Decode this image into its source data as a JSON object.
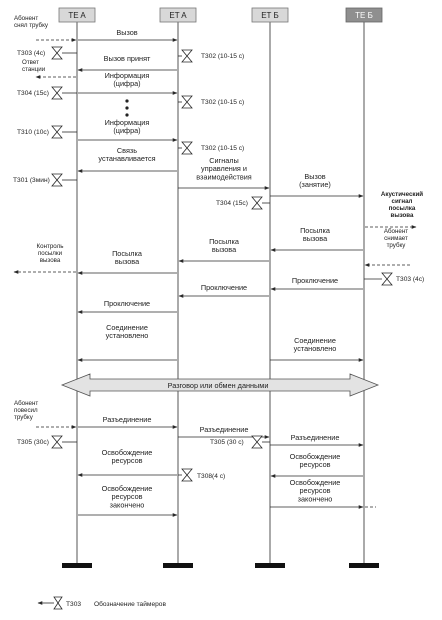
{
  "entities": [
    "TE A",
    "ET A",
    "ET Б",
    "TE Б"
  ],
  "messages": [
    {
      "label": "Вызов"
    },
    {
      "label": "Вызов принят"
    },
    {
      "label": "Информация\n(цифра)"
    },
    {
      "label": "Информация\n(цифра)"
    },
    {
      "label": "Связь\nустанавливается"
    },
    {
      "label": "Сигналы\nуправления и\nвзаимодействия"
    },
    {
      "label": "Вызов\n(занятие)"
    },
    {
      "label": "Посылка\nвызова"
    },
    {
      "label": "Посылка\nвызова"
    },
    {
      "label": "Посылка\nвызова"
    },
    {
      "label": "Проключение"
    },
    {
      "label": "Проключение"
    },
    {
      "label": "Проключение"
    },
    {
      "label": "Соединение\nустановлено"
    },
    {
      "label": "Соединение\nустановлено"
    },
    {
      "label": "Разговор или обмен данными"
    },
    {
      "label": "Разъединение"
    },
    {
      "label": "Разъединение"
    },
    {
      "label": "Разъединение"
    },
    {
      "label": "Освобождение\nресурсов"
    },
    {
      "label": "Освобождение\nресурсов"
    },
    {
      "label": "Освобождение\nресурсов\nзакончено"
    },
    {
      "label": "Освобождение\nресурсов\nзакончено"
    }
  ],
  "timers": [
    {
      "label": "T303 (4c)"
    },
    {
      "label": "T302 (10-15 c)"
    },
    {
      "label": "T304 (15c)"
    },
    {
      "label": "T302 (10-15 c)"
    },
    {
      "label": "T310 (10c)"
    },
    {
      "label": "T302 (10-15 c)"
    },
    {
      "label": "T301 (3мин)"
    },
    {
      "label": "T304 (15c)"
    },
    {
      "label": "T303 (4c)"
    },
    {
      "label": "T305 (30c)"
    },
    {
      "label": "T305 (30 c)"
    },
    {
      "label": "T308(4 c)"
    }
  ],
  "notes": [
    {
      "label": "Абонент\nснял трубку"
    },
    {
      "label": "Ответ\nстанции"
    },
    {
      "label": "Акустический\nсигнал\nпосылка\nвызова"
    },
    {
      "label": "Абонент\nснимает\nтрубку"
    },
    {
      "label": "Контроль\nпосылки\nвызова"
    },
    {
      "label": "Абонент\nповесил\nтрубку"
    }
  ],
  "legend": {
    "timer_id": "T303",
    "label": "Обозначение таймеров"
  },
  "colors": {
    "line": "#2a2a2a",
    "header_fill": "#d8d8d8",
    "header_dark": "#8f8f8f",
    "band_fill": "#e3e3e3",
    "terminator": "#111111"
  }
}
